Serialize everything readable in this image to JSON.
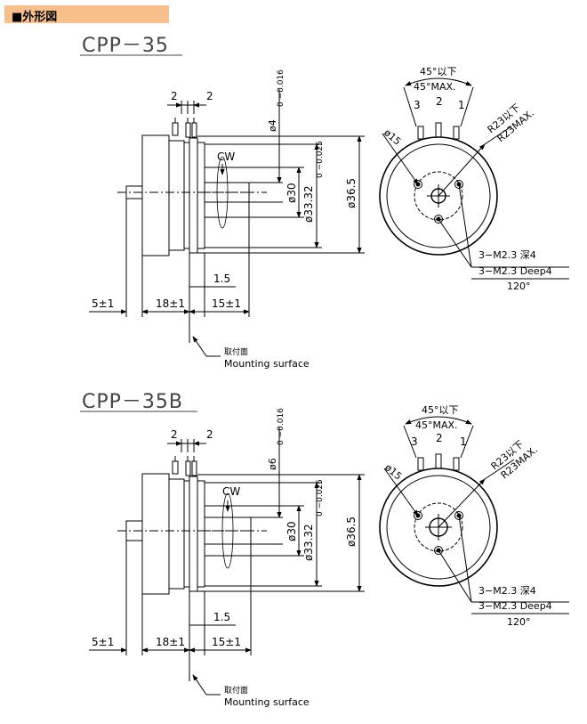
{
  "header": {
    "label": "■外形図",
    "bar_color": "#f7c08a"
  },
  "drawings": [
    {
      "title": "CPP－35",
      "dims": {
        "pin_gap_left": "2",
        "pin_gap_right": "2",
        "shaft_dia": "ø4",
        "shaft_tol": "0 −0.016",
        "pilot_dia": "ø30",
        "body_dia": "ø33.32",
        "body_tol": "0 −0.025",
        "outer_dia": "ø36.5",
        "rotation": "CW",
        "step": "1.5",
        "shaft_len_left": "5±1",
        "body_len": "18±1",
        "shaft_len_right": "15±1",
        "angle_jp": "45°以下",
        "angle_en": "45°MAX.",
        "term_1": "1",
        "term_2": "2",
        "term_3": "3",
        "radius_jp": "R23以下",
        "radius_en": "R23MAX.",
        "hole_circle": "ø15",
        "hole_jp": "3−M2.3 深4",
        "hole_en": "3−M2.3 Deep4",
        "hole_angle": "120°",
        "mount_jp": "取付面",
        "mount_en": "Mounting surface"
      }
    },
    {
      "title": "CPP－35B",
      "dims": {
        "pin_gap_left": "2",
        "pin_gap_right": "2",
        "shaft_dia": "ø6",
        "shaft_tol": "0 −0.016",
        "pilot_dia": "ø30",
        "body_dia": "ø33.32",
        "body_tol": "0 −0.025",
        "outer_dia": "ø36.5",
        "rotation": "CW",
        "step": "1.5",
        "shaft_len_left": "5±1",
        "body_len": "18±1",
        "shaft_len_right": "15±1",
        "angle_jp": "45°以下",
        "angle_en": "45°MAX.",
        "term_1": "1",
        "term_2": "2",
        "term_3": "3",
        "radius_jp": "R23以下",
        "radius_en": "R23MAX.",
        "hole_circle": "ø15",
        "hole_jp": "3−M2.3 深4",
        "hole_en": "3−M2.3 Deep4",
        "hole_angle": "120°",
        "mount_jp": "取付面",
        "mount_en": "Mounting surface"
      }
    }
  ]
}
